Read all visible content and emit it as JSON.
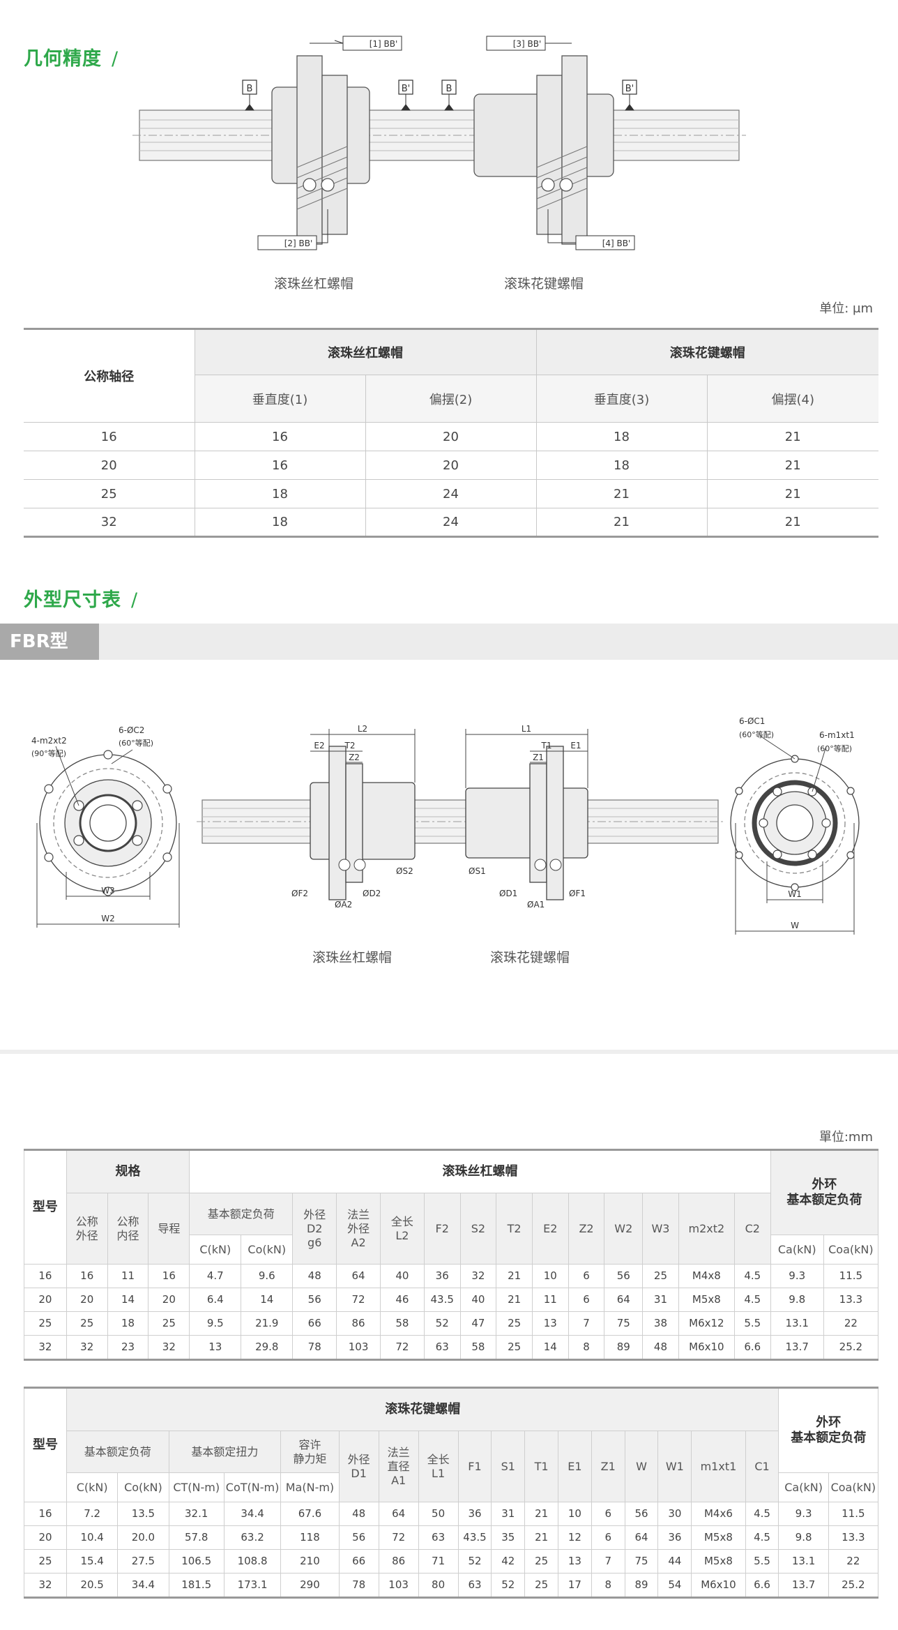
{
  "sec_geo": {
    "title": "几何精度",
    "slash": "/"
  },
  "sec_dim": {
    "title": "外型尺寸表",
    "slash": "/"
  },
  "fbr": {
    "label": "FBR型"
  },
  "diagram1": {
    "cap_left": "滚珠丝杠螺帽",
    "cap_right": "滚珠花键螺帽",
    "tol1": "[1] BB'",
    "tol2": "[2] BB'",
    "tol3": "[3] BB'",
    "tol4": "[4] BB'",
    "datum_b": "B",
    "datum_bp": "B'"
  },
  "diagram2": {
    "cap_left": "滚珠丝杠螺帽",
    "cap_right": "滚珠花键螺帽",
    "lbl_4m2": "4-m2xt2",
    "lbl_90": "(90°等配)",
    "lbl_6c2": "6-ØC2",
    "lbl_60a": "(60°等配)",
    "lbl_w3": "W3",
    "lbl_w2": "W2",
    "lbl_l2": "L2",
    "lbl_e2": "E2",
    "lbl_t2": "T2",
    "lbl_z2": "Z2",
    "lbl_f2": "ØF2",
    "lbl_a2": "ØA2",
    "lbl_d2": "ØD2",
    "lbl_s2": "ØS2",
    "lbl_l1": "L1",
    "lbl_t1": "T1",
    "lbl_e1": "E1",
    "lbl_z1": "Z1",
    "lbl_s1": "ØS1",
    "lbl_d1": "ØD1",
    "lbl_a1": "ØA1",
    "lbl_f1": "ØF1",
    "lbl_6c1": "6-ØC1",
    "lbl_60b": "(60°等配)",
    "lbl_6m1": "6-m1xt1",
    "lbl_60c": "(60°等配)",
    "lbl_w1": "W1",
    "lbl_w": "W"
  },
  "geo_table": {
    "unit": "单位: μm",
    "h_shaft": "公称轴径",
    "h_ballscrew": "滚珠丝杠螺帽",
    "h_spline": "滚珠花键螺帽",
    "sub": [
      "垂直度(1)",
      "偏摆(2)",
      "垂直度(3)",
      "偏摆(4)"
    ],
    "rows": [
      [
        "16",
        "16",
        "20",
        "18",
        "21"
      ],
      [
        "20",
        "16",
        "20",
        "18",
        "21"
      ],
      [
        "25",
        "18",
        "24",
        "21",
        "21"
      ],
      [
        "32",
        "18",
        "24",
        "21",
        "21"
      ]
    ]
  },
  "dim_table1": {
    "unit": "單位:mm",
    "h_model": "型号",
    "h_spec": "规格",
    "h_group": "滚珠丝杠螺帽",
    "h_outer": "外环\n基本额定负荷",
    "h_od": "公称\n外径",
    "h_id": "公称\n内径",
    "h_lead": "导程",
    "h_load": "基本额定负荷",
    "h_c": "C(kN)",
    "h_co": "Co(kN)",
    "h_d2": "外径\nD2\ng6",
    "h_a2": "法兰\n外径\nA2",
    "h_l2": "全长\nL2",
    "h_f2": "F2",
    "h_s2": "S2",
    "h_t2": "T2",
    "h_e2": "E2",
    "h_z2": "Z2",
    "h_w2": "W2",
    "h_w3": "W3",
    "h_m2": "m2xt2",
    "h_c2": "C2",
    "h_ca": "Ca(kN)",
    "h_coa": "Coa(kN)",
    "rows": [
      [
        "16",
        "16",
        "11",
        "16",
        "4.7",
        "9.6",
        "48",
        "64",
        "40",
        "36",
        "32",
        "21",
        "10",
        "6",
        "56",
        "25",
        "M4x8",
        "4.5",
        "9.3",
        "11.5"
      ],
      [
        "20",
        "20",
        "14",
        "20",
        "6.4",
        "14",
        "56",
        "72",
        "46",
        "43.5",
        "40",
        "21",
        "11",
        "6",
        "64",
        "31",
        "M5x8",
        "4.5",
        "9.8",
        "13.3"
      ],
      [
        "25",
        "25",
        "18",
        "25",
        "9.5",
        "21.9",
        "66",
        "86",
        "58",
        "52",
        "47",
        "25",
        "13",
        "7",
        "75",
        "38",
        "M6x12",
        "5.5",
        "13.1",
        "22"
      ],
      [
        "32",
        "32",
        "23",
        "32",
        "13",
        "29.8",
        "78",
        "103",
        "72",
        "63",
        "58",
        "25",
        "14",
        "8",
        "89",
        "48",
        "M6x10",
        "6.6",
        "13.7",
        "25.2"
      ]
    ]
  },
  "dim_table2": {
    "h_model": "型号",
    "h_group": "滚珠花键螺帽",
    "h_outer": "外环\n基本额定负荷",
    "h_load": "基本额定负荷",
    "h_torque": "基本额定扭力",
    "h_moment": "容许\n静力矩",
    "h_c": "C(kN)",
    "h_co": "Co(kN)",
    "h_ct": "CT(N-m)",
    "h_cot": "CoT(N-m)",
    "h_ma": "Ma(N-m)",
    "h_d1": "外径\nD1",
    "h_a1": "法兰\n直径\nA1",
    "h_l1": "全长\nL1",
    "h_f1": "F1",
    "h_s1": "S1",
    "h_t1": "T1",
    "h_e1": "E1",
    "h_z1": "Z1",
    "h_w": "W",
    "h_w1": "W1",
    "h_m1": "m1xt1",
    "h_c1": "C1",
    "h_ca": "Ca(kN)",
    "h_coa": "Coa(kN)",
    "rows": [
      [
        "16",
        "7.2",
        "13.5",
        "32.1",
        "34.4",
        "67.6",
        "48",
        "64",
        "50",
        "36",
        "31",
        "21",
        "10",
        "6",
        "56",
        "30",
        "M4x6",
        "4.5",
        "9.3",
        "11.5"
      ],
      [
        "20",
        "10.4",
        "20.0",
        "57.8",
        "63.2",
        "118",
        "56",
        "72",
        "63",
        "43.5",
        "35",
        "21",
        "12",
        "6",
        "64",
        "36",
        "M5x8",
        "4.5",
        "9.8",
        "13.3"
      ],
      [
        "25",
        "15.4",
        "27.5",
        "106.5",
        "108.8",
        "210",
        "66",
        "86",
        "71",
        "52",
        "42",
        "25",
        "13",
        "7",
        "75",
        "44",
        "M5x8",
        "5.5",
        "13.1",
        "22"
      ],
      [
        "32",
        "20.5",
        "34.4",
        "181.5",
        "173.1",
        "290",
        "78",
        "103",
        "80",
        "63",
        "52",
        "25",
        "17",
        "8",
        "89",
        "54",
        "M6x10",
        "6.6",
        "13.7",
        "25.2"
      ]
    ]
  }
}
